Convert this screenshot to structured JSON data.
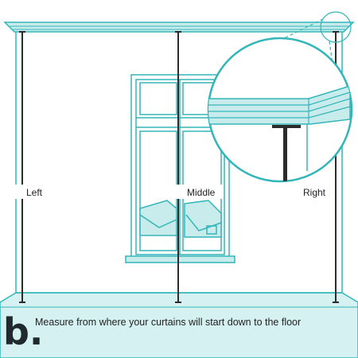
{
  "labels": {
    "left": "Left",
    "middle": "Middle",
    "right": "Right"
  },
  "step_letter": "b.",
  "caption": "Measure from where your curtains will start down to the floor",
  "colors": {
    "outline": "#33b6b8",
    "fill": "#c8ecec",
    "floor": "#d5f1f1",
    "rod": "#2b2b2b"
  },
  "icons": [
    "magnifier-circle"
  ]
}
